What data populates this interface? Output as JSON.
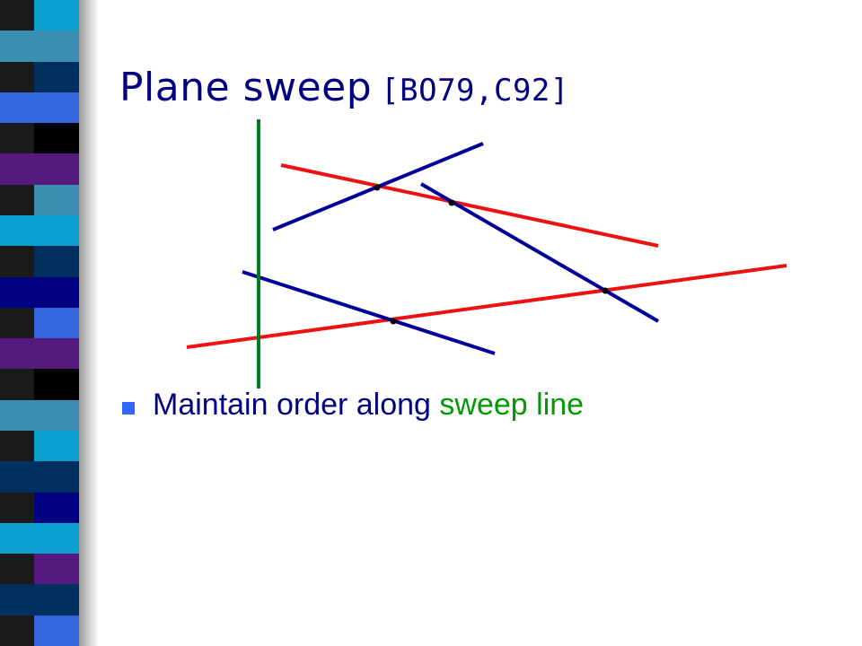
{
  "slide": {
    "title": "Plane sweep",
    "citation": "[BO79,C92]",
    "bullet": {
      "text_before": "Maintain order along ",
      "highlight_text": "sweep line",
      "highlight_color": "#009900",
      "bullet_color": "#3366ff",
      "text_color": "#000080"
    }
  },
  "decoration": {
    "stripe_colors": [
      "#0aa0d0",
      "#3a8fb0",
      "#003060",
      "#3366dd",
      "#000000",
      "#551a80",
      "#3a8fb0",
      "#0aa0d0",
      "#003060",
      "#000080",
      "#3366dd",
      "#551a80",
      "#000000",
      "#3a8fb0",
      "#0aa0d0",
      "#003060",
      "#000080",
      "#0aa0d0",
      "#551a80",
      "#003060",
      "#3366dd"
    ]
  },
  "diagram": {
    "colors": {
      "sweep_line": "#007a1f",
      "red_segment": "#ee1111",
      "blue_segment": "#000099",
      "intersection_point": "#000000"
    },
    "segments": [
      {
        "id": "red-segment-top",
        "color": "red"
      },
      {
        "id": "red-segment-bottom",
        "color": "red"
      },
      {
        "id": "blue-segment-upper-left",
        "color": "blue"
      },
      {
        "id": "blue-segment-upper-right",
        "color": "blue"
      },
      {
        "id": "blue-segment-lower",
        "color": "blue"
      }
    ],
    "intersection_count": 4
  }
}
